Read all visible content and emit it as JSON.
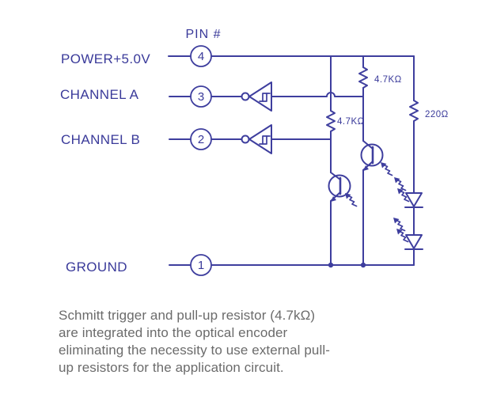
{
  "diagram": {
    "pin_header_label": "PIN #",
    "rows": [
      {
        "label": "POWER+5.0V",
        "pin": "4"
      },
      {
        "label": "CHANNEL A",
        "pin": "3"
      },
      {
        "label": "CHANNEL B",
        "pin": "2"
      },
      {
        "label": "GROUND",
        "pin": "1"
      }
    ],
    "resistors": {
      "channel_a_pullup": "4.7KΩ",
      "channel_b_pullup": "4.7KΩ",
      "led_series": "220Ω"
    },
    "symbols": [
      "schmitt-trigger-inverter-channel-a",
      "schmitt-trigger-inverter-channel-b",
      "phototransistor-channel-a",
      "phototransistor-channel-b",
      "led-upper",
      "led-lower"
    ],
    "colors": {
      "schematic_line": "#3e3e9e",
      "schematic_text": "#3a3a9a",
      "caption_text": "#6b6b6b",
      "background": "#ffffff"
    }
  },
  "caption": {
    "lines": [
      "Schmitt trigger and pull-up resistor (4.7kΩ)",
      "are integrated into the optical encoder",
      "eliminating the necessity to use external pull-",
      "up resistors for the application circuit."
    ]
  }
}
